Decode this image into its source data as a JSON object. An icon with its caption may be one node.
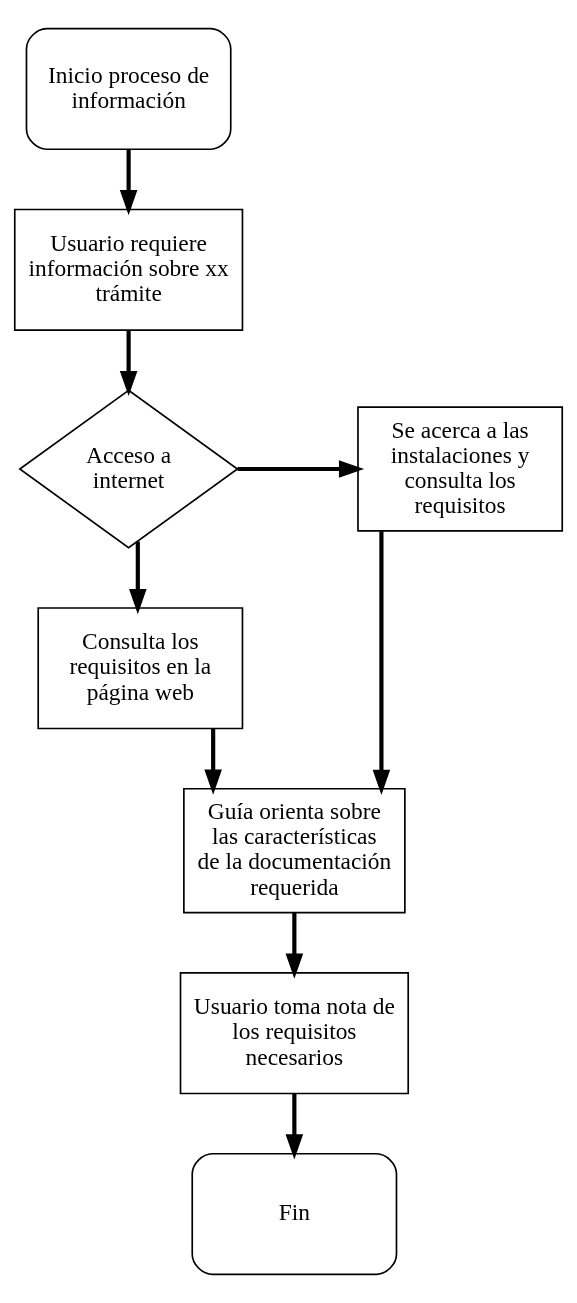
{
  "diagram": {
    "nodes": [
      {
        "text": [
          "Inicio proceso de información"
        ]
      },
      {
        "text": [
          "Usuario requiere información sobre xx trámite"
        ]
      },
      {
        "text": [
          "Acceso a internet"
        ]
      },
      {
        "text": [
          "Se acerca a las instalaciones y consulta los requisitos"
        ]
      },
      {
        "text": [
          "Consulta los requisitos en la página web"
        ]
      },
      {
        "text": [
          "Guía orienta sobre las características de la documentación requerida"
        ]
      },
      {
        "text": [
          "Usuario toma nota de los requisitos necesarios"
        ]
      },
      {
        "text": [
          "Fin"
        ]
      }
    ],
    "edges": [
      {
        "from": 0,
        "to": 1,
        "arrow": "to"
      },
      {
        "from": 1,
        "to": 2,
        "arrow": "to"
      },
      {
        "from": 2,
        "to": 3,
        "arrow": "to"
      },
      {
        "from": 2,
        "to": 4,
        "arrow": "to"
      },
      {
        "from": 4,
        "to": 5,
        "arrow": "to"
      },
      {
        "from": 3,
        "to": 5,
        "arrow": "to"
      },
      {
        "from": 5,
        "to": 6,
        "arrow": "to"
      },
      {
        "from": 6,
        "to": 7,
        "arrow": "to"
      }
    ]
  }
}
